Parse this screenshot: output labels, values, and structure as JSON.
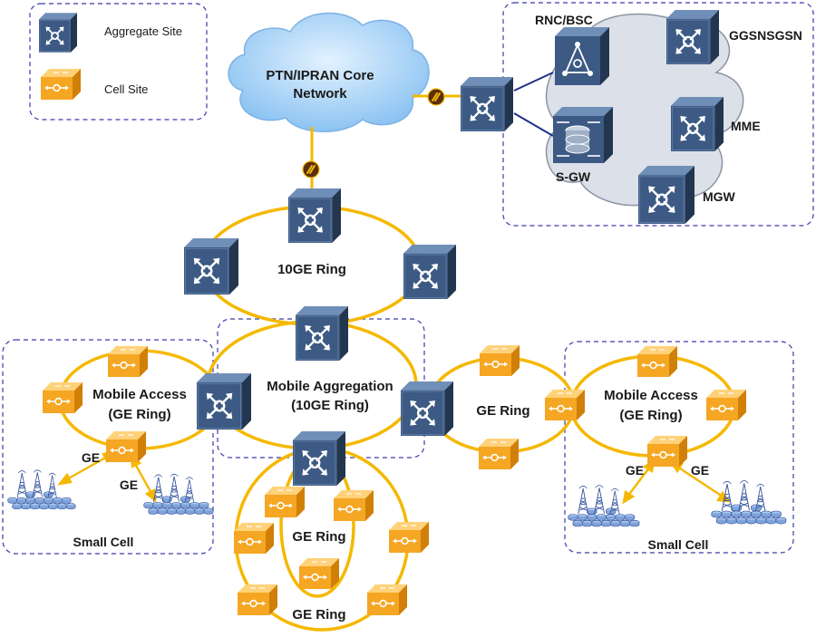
{
  "legend": {
    "aggregate_site": "Aggregate Site",
    "cell_site": "Cell Site"
  },
  "core": {
    "line1": "PTN/IPRAN Core",
    "line2": "Network"
  },
  "core_elements": {
    "rnc_bsc": "RNC/BSC",
    "ggsn_sgsn": "GGSNSGSN",
    "mme": "MME",
    "sgw": "S-GW",
    "mgw": "MGW"
  },
  "rings": {
    "ten_ge": "10GE Ring",
    "aggregation_line1": "Mobile Aggregation",
    "aggregation_line2": "(10GE Ring)",
    "ge_right": "GE Ring",
    "ge_inner": "GE Ring",
    "ge_outer": "GE Ring"
  },
  "access_left": {
    "line1": "Mobile Access",
    "line2": "(GE Ring)",
    "link1": "GE",
    "link2": "GE",
    "small_cell": "Small Cell"
  },
  "access_right": {
    "line1": "Mobile Access",
    "line2": "(GE Ring)",
    "link1": "GE",
    "link2": "GE",
    "small_cell": "Small Cell"
  },
  "colors": {
    "ring": "#F5B800",
    "router_front": "#3C5A84",
    "router_top": "#6F8FB8",
    "router_side": "#23364F",
    "cell_front": "#F5A623",
    "cell_top": "#FFD27A",
    "cell_side": "#D07F08",
    "cloud": "#A9D3F7",
    "border_dashed": "#3B3BAA",
    "link_blue": "#1F2E8A",
    "tower": "#2F4E9A"
  }
}
